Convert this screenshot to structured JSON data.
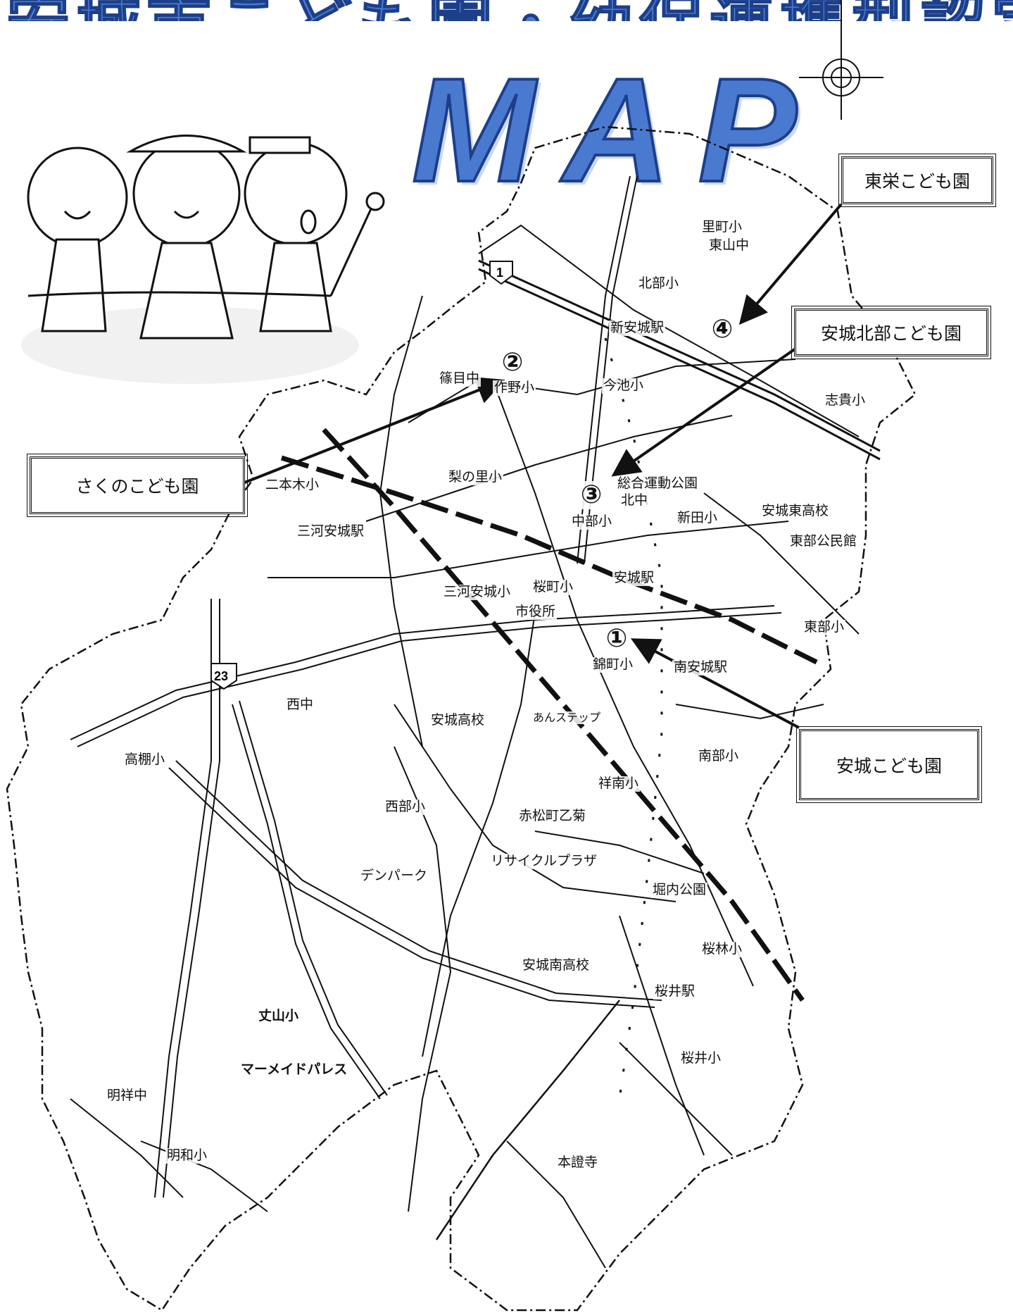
{
  "title": {
    "top_text": "安城市こども園・幼保連携型認定こども園",
    "map_text": "MAP"
  },
  "kindergartens": [
    {
      "num": "①",
      "name": "安城こども園"
    },
    {
      "num": "②",
      "name": "さくのこども園"
    },
    {
      "num": "③",
      "name": "安城北部こども園"
    },
    {
      "num": "④",
      "name": "東栄こども園"
    }
  ],
  "route_markers": {
    "route1": "1",
    "route23": "23"
  },
  "places": {
    "satomachi": "里町小",
    "higashiyama": "東山中",
    "hokubu": "北部小",
    "shinanjo": "新安城駅",
    "shinome": "篠目中",
    "sakuno": "作野小",
    "imaike": "今池小",
    "shiki": "志貴小",
    "nashinosato": "梨の里小",
    "nihongi": "二本木小",
    "mikawa_anjo_st": "三河安城駅",
    "sogo_park": "総合運動公園",
    "kitachu": "北中",
    "shinden": "新田小",
    "anjo_higashi_hs": "安城東高校",
    "tobu_kominkan": "東部公民館",
    "chubu": "中部小",
    "anjo_st": "安城駅",
    "mikawa_anjo_sho": "三河安城小",
    "sakuramachi": "桜町小",
    "shiyakusho": "市役所",
    "tobu_sho": "東部小",
    "nishikimachi": "錦町小",
    "minami_anjo_st": "南安城駅",
    "nishichu": "西中",
    "anjo_hs": "安城高校",
    "anstep": "あんステップ",
    "takatana": "高棚小",
    "nanbu": "南部小",
    "shonan": "祥南小",
    "seibu": "西部小",
    "akamatsu": "赤松町乙菊",
    "recycle": "リサイクルプラザ",
    "denpark": "デンパーク",
    "horiuchi": "堀内公園",
    "ourin": "桜林小",
    "anjo_minami_hs": "安城南高校",
    "sakurai_st": "桜井駅",
    "ayama": "丈山小",
    "mermaid": "マーメイドパレス",
    "sakurai_sho": "桜井小",
    "meisho": "明祥中",
    "meiwa": "明和小",
    "honshoji": "本證寺"
  },
  "colors": {
    "title_blue": "#4a7ad0",
    "title_outline": "#1d3f8a",
    "ink": "#111111"
  }
}
